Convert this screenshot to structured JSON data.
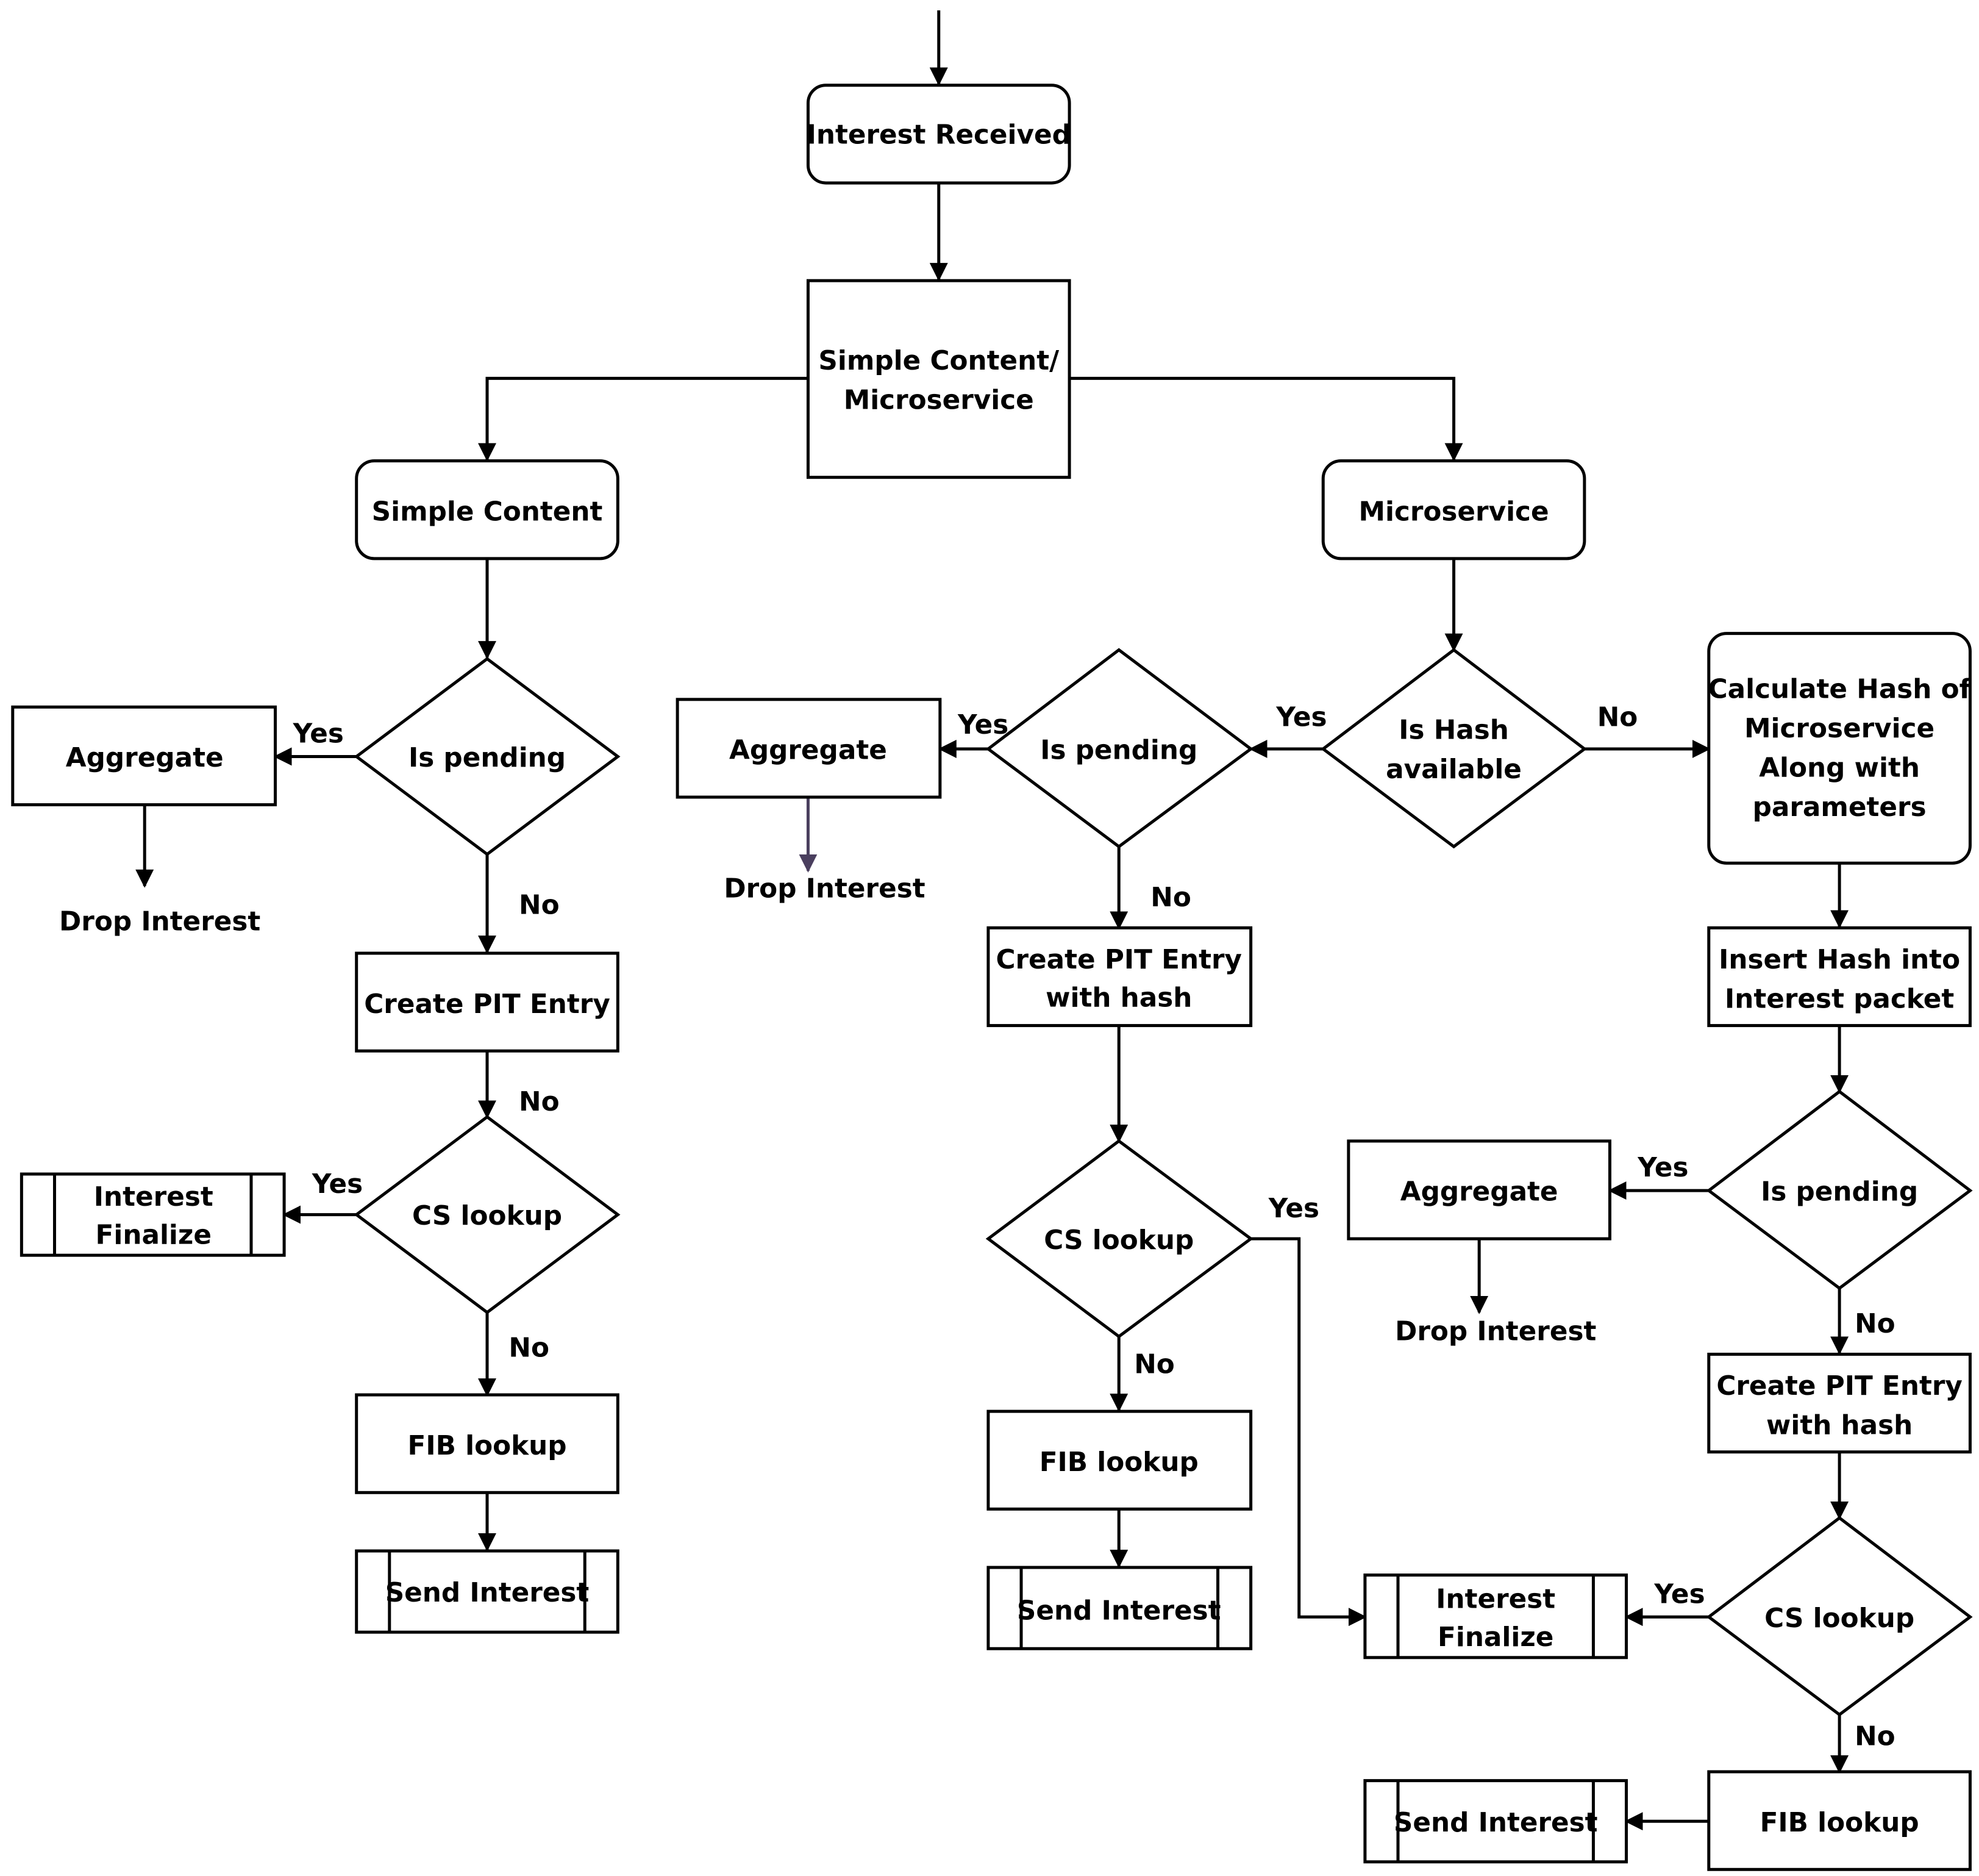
{
  "nodes": {
    "interest_received": "Interest Received",
    "decision_type": [
      "Simple Content/",
      "Microservice"
    ],
    "simple_content": "Simple Content",
    "microservice": "Microservice",
    "sc_is_pending": "Is pending",
    "sc_aggregate": "Aggregate",
    "sc_drop_interest": "Drop Interest",
    "sc_create_pit": "Create PIT Entry",
    "sc_cs_lookup": "CS lookup",
    "sc_interest_finalize": [
      "Interest",
      "Finalize"
    ],
    "sc_fib_lookup": "FIB lookup",
    "sc_send_interest": "Send Interest",
    "ms_is_hash_available": [
      "Is Hash",
      "available"
    ],
    "ms_yes_is_pending": "Is pending",
    "ms_yes_aggregate": "Aggregate",
    "ms_yes_drop_interest": "Drop Interest",
    "ms_yes_create_pit": [
      "Create PIT Entry",
      "with hash"
    ],
    "ms_yes_cs_lookup": "CS lookup",
    "ms_yes_fib_lookup": "FIB lookup",
    "ms_yes_send_interest": "Send Interest",
    "ms_calc_hash": [
      "Calculate Hash of",
      "Microservice",
      "Along with",
      "parameters"
    ],
    "ms_insert_hash": [
      "Insert Hash into",
      "Interest packet"
    ],
    "ms_no_is_pending": "Is pending",
    "ms_no_aggregate": "Aggregate",
    "ms_no_drop_interest": "Drop Interest",
    "ms_no_create_pit": [
      "Create PIT Entry",
      "with hash"
    ],
    "ms_no_cs_lookup": "CS lookup",
    "ms_interest_finalize": [
      "Interest",
      "Finalize"
    ],
    "ms_no_fib_lookup": "FIB lookup",
    "ms_no_send_interest": "Send Interest"
  },
  "edge_labels": {
    "sc_pending_yes": "Yes",
    "sc_pending_no": "No",
    "sc_pit_no": "No",
    "sc_cs_yes": "Yes",
    "sc_cs_no": "No",
    "ms_hash_yes": "Yes",
    "ms_hash_no": "No",
    "ms_yes_pending_yes": "Yes",
    "ms_yes_pending_no": "No",
    "ms_yes_cs_yes": "Yes",
    "ms_yes_cs_no": "No",
    "ms_no_pending_yes": "Yes",
    "ms_no_pending_no": "No",
    "ms_no_cs_yes": "Yes",
    "ms_no_cs_no": "No"
  },
  "colors": {
    "stroke": "#000000",
    "background": "#ffffff",
    "drop_arrow_accent": "#4a3f5e"
  }
}
